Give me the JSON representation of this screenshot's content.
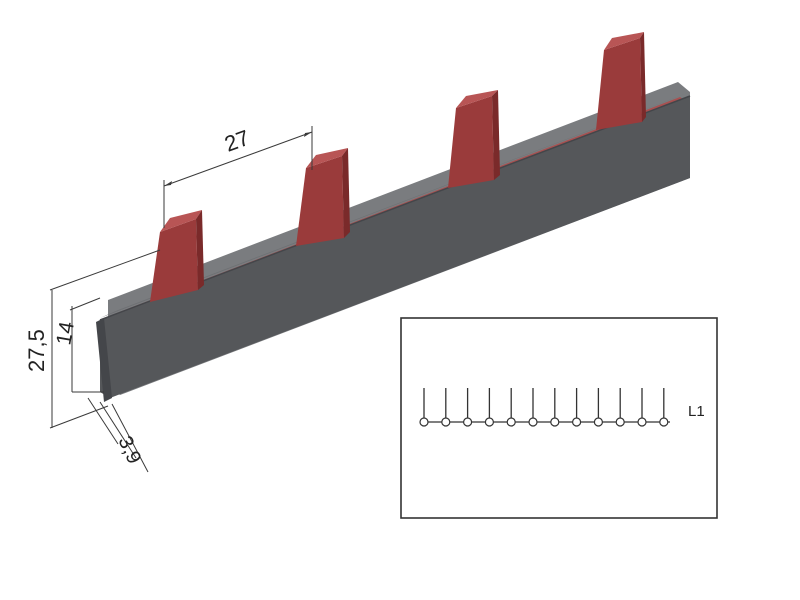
{
  "dimensions": {
    "pitch": "27",
    "total_height": "27,5",
    "comb_height": "14",
    "thickness": "3,9"
  },
  "schematic": {
    "pin_count": 12,
    "phase_label": "L1"
  },
  "colors": {
    "bar_front": "#55575a",
    "bar_top": "#6e7073",
    "bar_back": "#7a7c7f",
    "bar_edge": "#44464a",
    "copper": "#9a3b3b",
    "copper_shade": "#7a2a2a",
    "copper_light": "#b85555",
    "copper_strip": "#a85050"
  }
}
